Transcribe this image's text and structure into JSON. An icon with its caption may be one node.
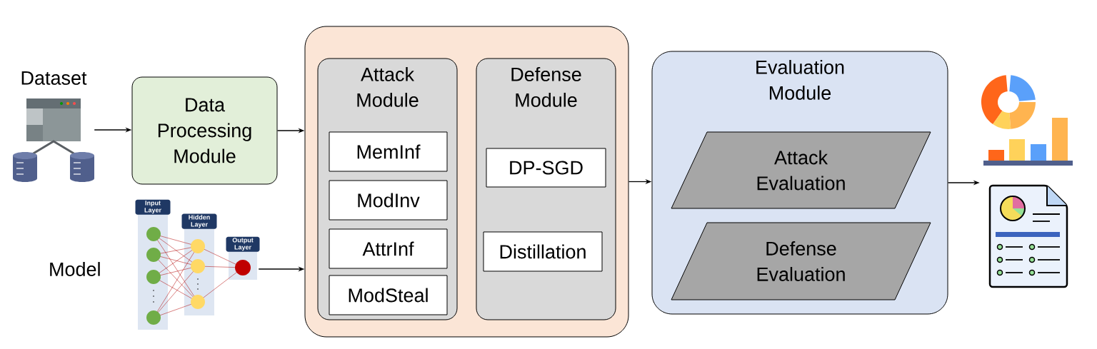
{
  "diagram": {
    "nodes": [
      {
        "text": [
          "Dataset"
        ]
      },
      {
        "text": [
          "Data Processing Module"
        ]
      },
      {
        "text": [
          "Model"
        ]
      },
      {
        "text": [],
        "shape": "box"
      },
      {
        "text": [
          "Attack Module"
        ],
        "in": 3
      },
      {
        "text": [
          "MemInf"
        ],
        "in": 4
      },
      {
        "text": [
          "ModInv"
        ],
        "in": 4
      },
      {
        "text": [
          "AttrInf"
        ],
        "in": 4
      },
      {
        "text": [
          "ModSteal"
        ],
        "in": 4
      },
      {
        "text": [
          "Defense Module"
        ],
        "in": 3
      },
      {
        "text": [
          "DP-SGD"
        ],
        "in": 9
      },
      {
        "text": [
          "Distillation"
        ],
        "in": 9
      },
      {
        "text": [
          "Evaluation Module"
        ]
      },
      {
        "text": [
          "Attack Evaluation"
        ],
        "in": 12
      },
      {
        "text": [
          "Defense Evaluation"
        ],
        "in": 12
      },
      {
        "text": [],
        "shape": "picture"
      }
    ],
    "edges": [
      {
        "from": 0,
        "to": 1,
        "arrow": "to"
      },
      {
        "from": 1,
        "to": 3,
        "arrow": "to"
      },
      {
        "from": 2,
        "to": 3,
        "arrow": "to"
      },
      {
        "from": 3,
        "to": 12,
        "arrow": "to"
      },
      {
        "from": 12,
        "to": 15,
        "arrow": "to"
      }
    ],
    "labels": [
      "Input Layer",
      "Hidden Layer",
      "Output Layer"
    ]
  }
}
